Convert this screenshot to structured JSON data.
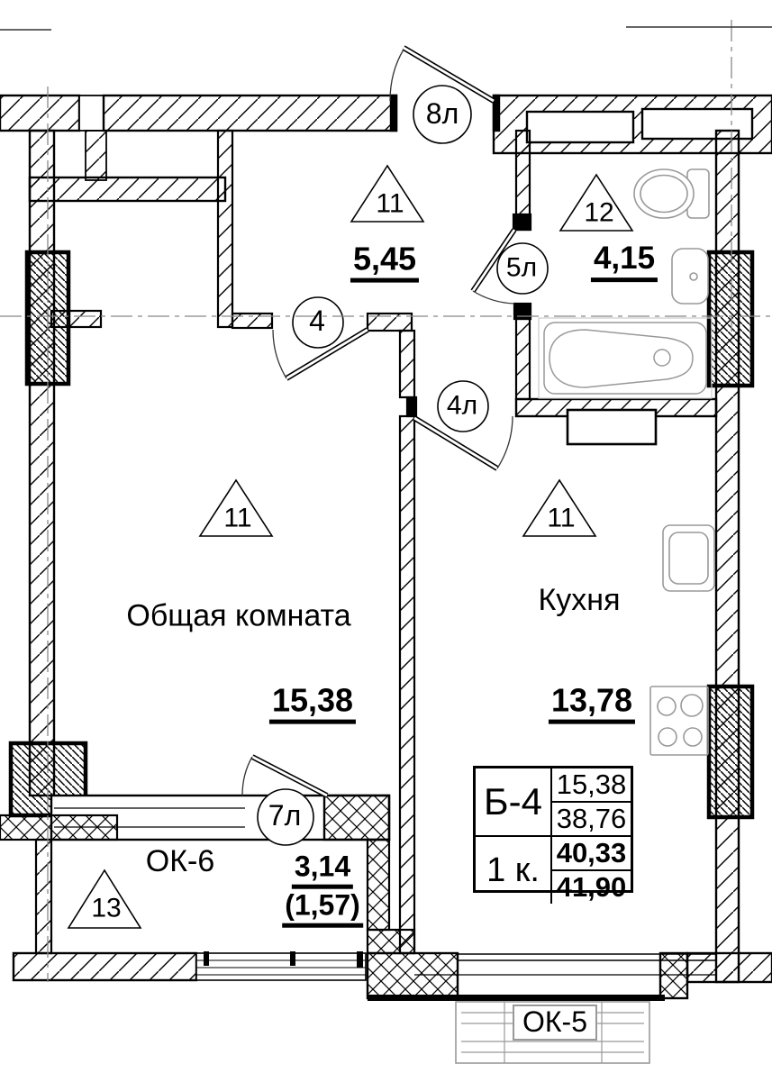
{
  "rooms": {
    "hall": {
      "zone": "11",
      "area": "5,45"
    },
    "bath": {
      "zone": "12",
      "area": "4,15"
    },
    "living": {
      "zone": "11",
      "name": "Общая комната",
      "area": "15,38"
    },
    "kitchen": {
      "zone": "11",
      "name": "Кухня",
      "area": "13,78"
    },
    "balcony": {
      "zone": "13",
      "area": "3,14",
      "area_coeff": "(1,57)"
    }
  },
  "doors": {
    "entry": "8л",
    "bath": "5л",
    "living": "4",
    "kitchen": "4л",
    "balcony": "7л"
  },
  "windows": {
    "balcony_window": "ОК-6",
    "kitchen_window": "ОК-5"
  },
  "summary": {
    "flat_type": "Б-4",
    "rooms_count": "1 к.",
    "values": [
      "15,38",
      "38,76",
      "40,33",
      "41,90"
    ]
  }
}
